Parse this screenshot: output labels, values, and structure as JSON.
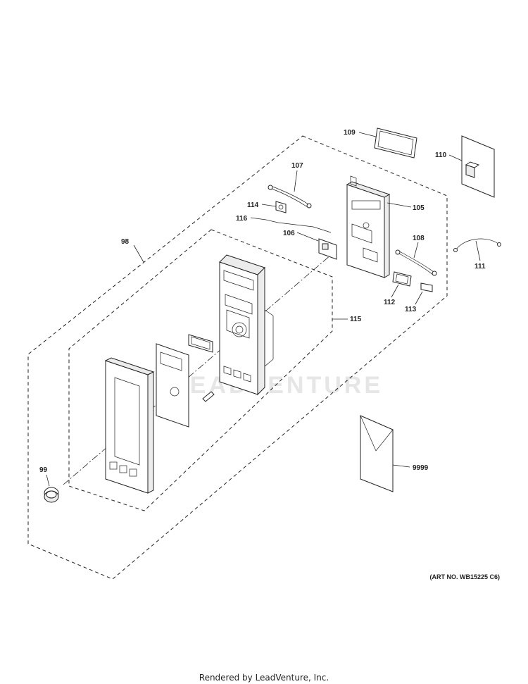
{
  "watermark": "LEADVENTURE",
  "callouts": {
    "p98": "98",
    "p99": "99",
    "p105": "105",
    "p106": "106",
    "p107": "107",
    "p108": "108",
    "p109": "109",
    "p110": "110",
    "p111": "111",
    "p112": "112",
    "p113": "113",
    "p114": "114",
    "p115": "115",
    "p116": "116",
    "p9999": "9999"
  },
  "art_number": "(ART NO. WB15225 C6)",
  "footer": "Rendered by LeadVenture, Inc."
}
